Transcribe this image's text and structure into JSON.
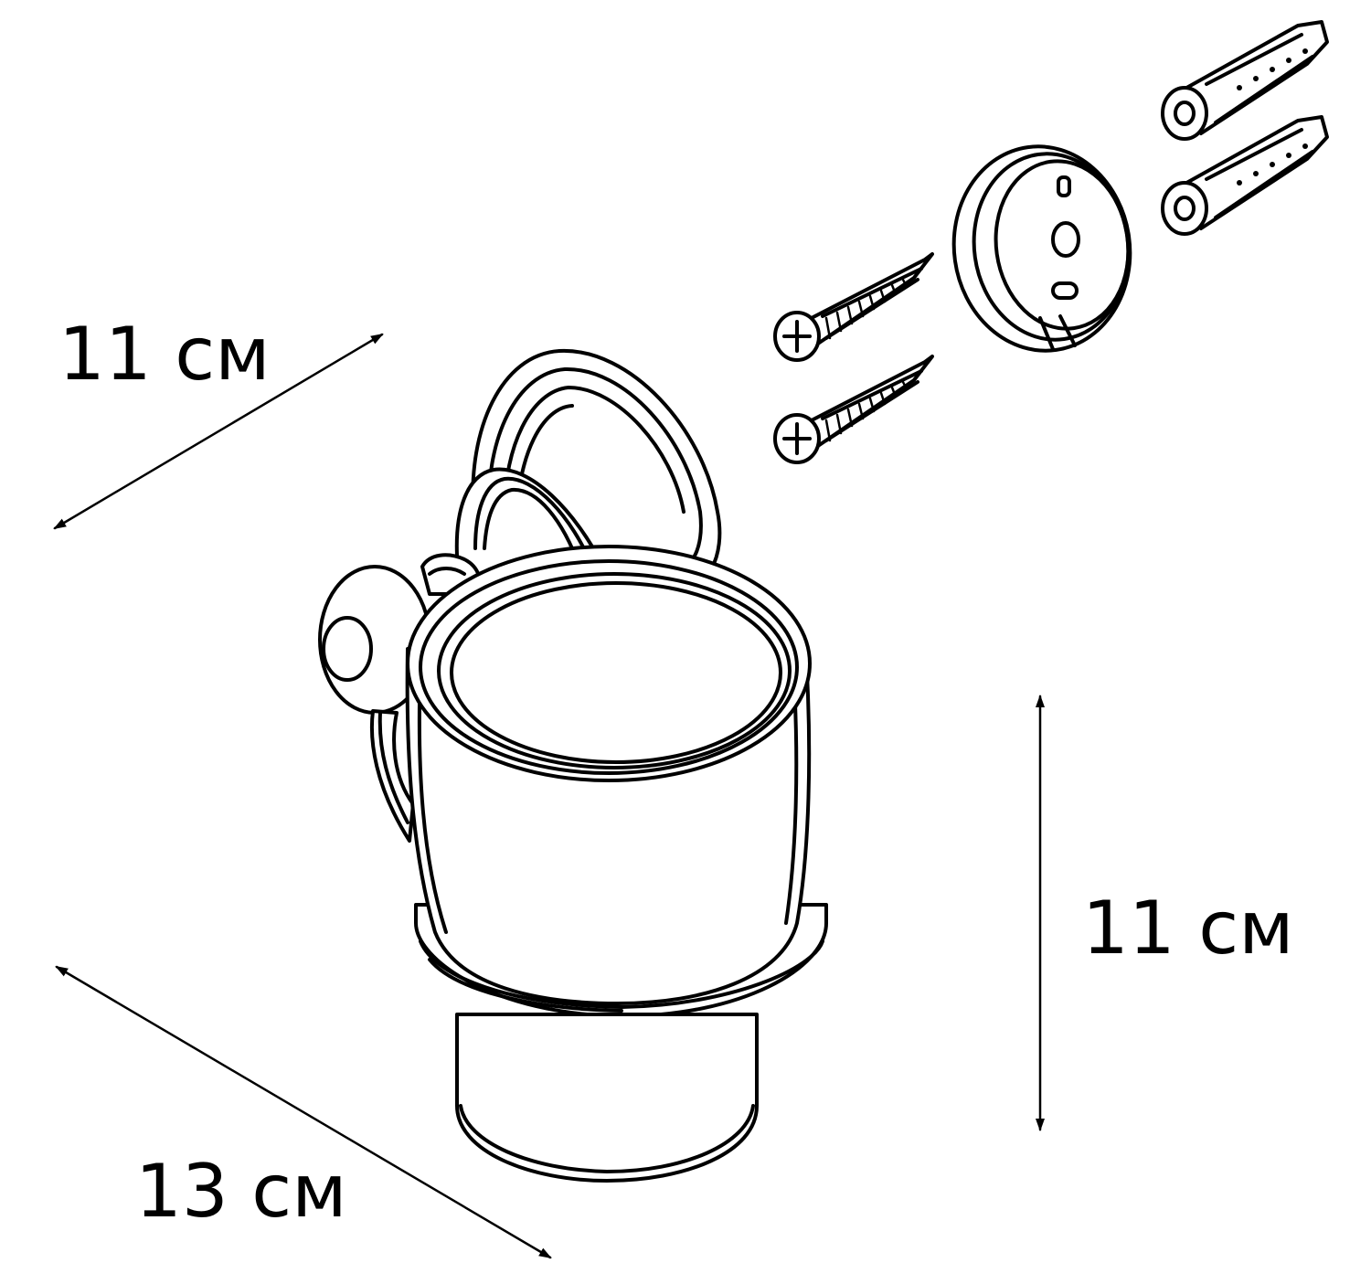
{
  "dimensions": {
    "depth": "11 см",
    "height": "11 см",
    "width": "13 см"
  }
}
